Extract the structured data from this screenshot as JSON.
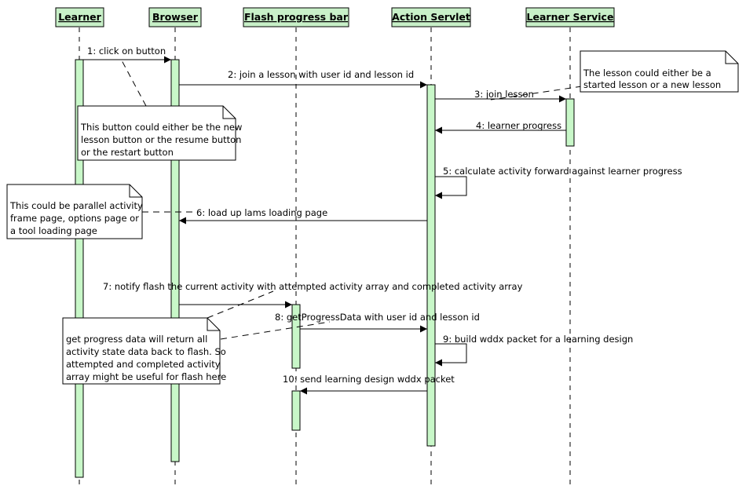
{
  "participants": [
    {
      "id": "learner",
      "label": "Learner"
    },
    {
      "id": "browser",
      "label": "Browser"
    },
    {
      "id": "flash",
      "label": "Flash progress bar"
    },
    {
      "id": "servlet",
      "label": "Action Servlet"
    },
    {
      "id": "service",
      "label": "Learner Service"
    }
  ],
  "messages": [
    {
      "label": "1: click on button"
    },
    {
      "label": "2: join a lesson with user id and lesson id"
    },
    {
      "label": "3: join lesson"
    },
    {
      "label": "4: learner progress"
    },
    {
      "label": "5: calculate activity forward against learner progress"
    },
    {
      "label": "6: load up lams loading page"
    },
    {
      "label": "7: notify flash the current activity with attempted activity array and completed activity array"
    },
    {
      "label": "8: getProgressData with user id and lesson id"
    },
    {
      "label": "9: build wddx packet for a learning design"
    },
    {
      "label": "10: send learning design wddx packet"
    }
  ],
  "notes": [
    {
      "lines": [
        "The lesson could either be a",
        "started lesson or a new lesson"
      ]
    },
    {
      "lines": [
        "This button could either be the new",
        "lesson button or the resume button",
        "or the restart button"
      ]
    },
    {
      "lines": [
        "This could be parallel activity",
        "frame page, options page or",
        "a tool loading page"
      ]
    },
    {
      "lines": [
        "get progress data will return all",
        "activity state data back to flash. So",
        "attempted and completed activity",
        "array might be useful for flash here"
      ]
    }
  ],
  "colors": {
    "header_fill": "#c8f0c8",
    "activation_fill": "#c8f7c8",
    "note_fill": "#ffffff",
    "line": "#000000"
  }
}
